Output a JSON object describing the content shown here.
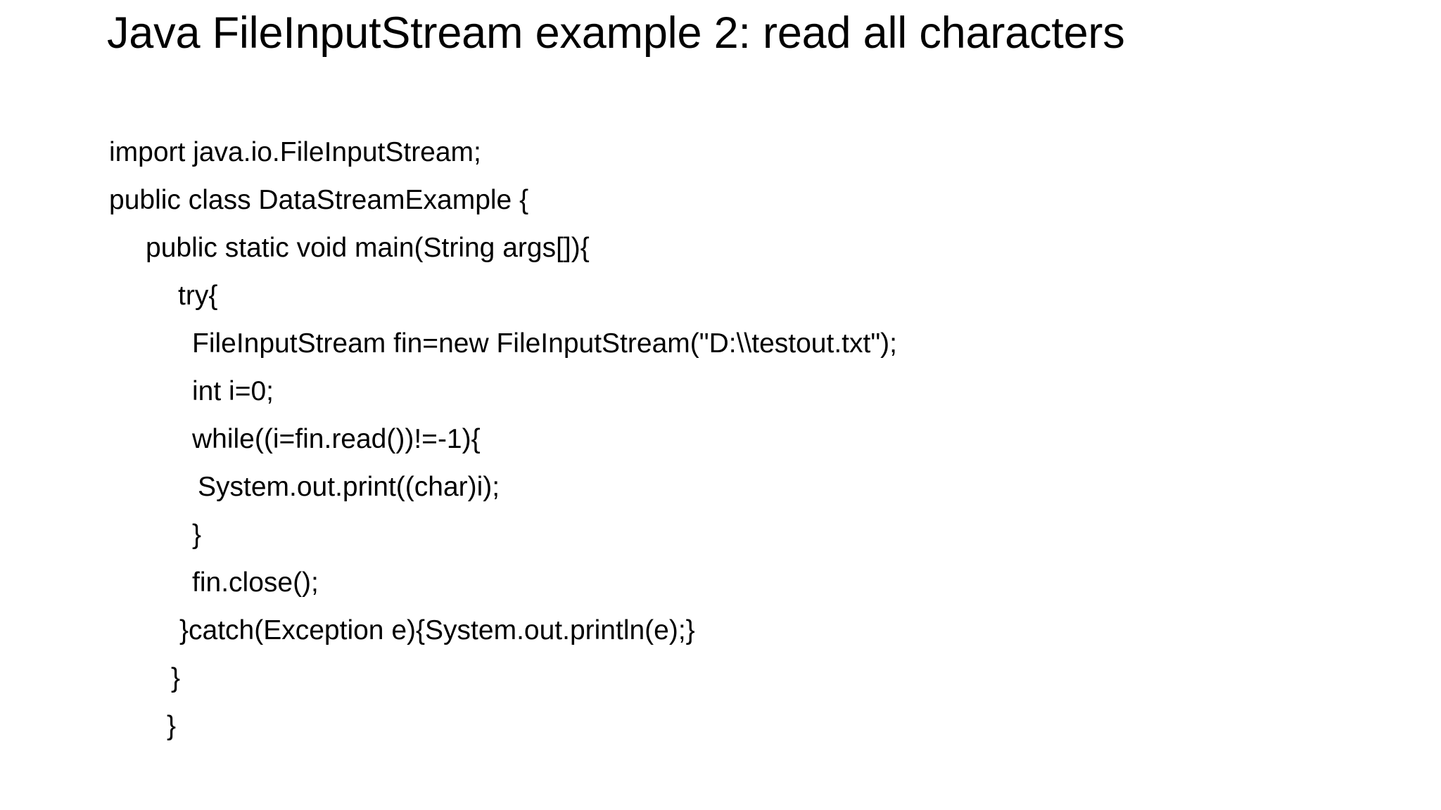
{
  "slide": {
    "background_color": "#ffffff",
    "text_color": "#000000",
    "title": "Java FileInputStream example 2: read all characters",
    "code_lines": [
      {
        "text": "import java.io.FileInputStream;",
        "indent": 0
      },
      {
        "text": "public class DataStreamExample {",
        "indent": 0
      },
      {
        "text": "public static void main(String args[]){",
        "indent": 1
      },
      {
        "text": "try{",
        "indent": 2
      },
      {
        "text": "FileInputStream fin=new FileInputStream(\"D:\\\\testout.txt\");",
        "indent": 3
      },
      {
        "text": "int i=0;",
        "indent": 3
      },
      {
        "text": "while((i=fin.read())!=-1){",
        "indent": 3
      },
      {
        "text": "System.out.print((char)i);",
        "indent": 4
      },
      {
        "text": "}",
        "indent": 3
      },
      {
        "text": "fin.close();",
        "indent": 3
      },
      {
        "text": "}catch(Exception e){System.out.println(e);}",
        "indent": 5
      },
      {
        "text": "}",
        "indent": 6
      },
      {
        "text": "}",
        "indent": 7
      }
    ]
  }
}
